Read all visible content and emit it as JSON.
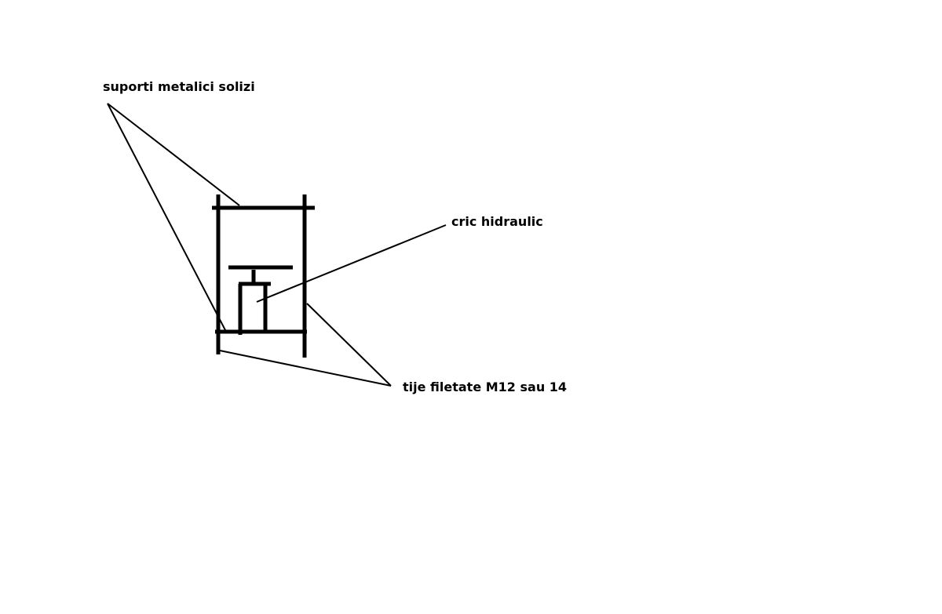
{
  "labels": {
    "supports": "suporti metalici solizi",
    "jack": "cric hidraulic",
    "rods": "tije filetate M12 sau 14"
  },
  "colors": {
    "background": "#ffffff",
    "ink": "#000000"
  }
}
